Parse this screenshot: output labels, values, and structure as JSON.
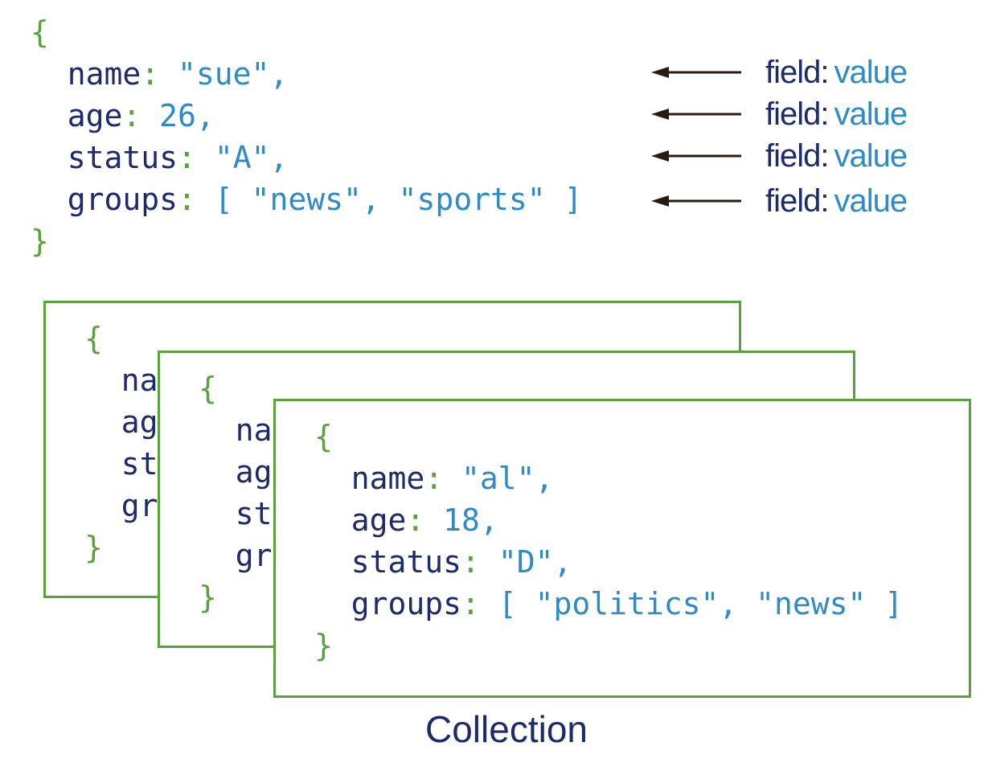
{
  "document": {
    "open_brace": "{",
    "close_brace": "}",
    "fields": [
      {
        "key": "name",
        "sep": ": ",
        "value": "\"sue\"",
        "trail": ","
      },
      {
        "key": "age",
        "sep": ": ",
        "value": "26",
        "trail": ","
      },
      {
        "key": "status",
        "sep": ": ",
        "value": "\"A\"",
        "trail": ","
      },
      {
        "key": "groups",
        "sep": ": ",
        "value": "[ \"news\", \"sports\" ]",
        "trail": ""
      }
    ]
  },
  "annotations": [
    {
      "field": "field",
      "colon": ":",
      "value": "value"
    },
    {
      "field": "field",
      "colon": ":",
      "value": "value"
    },
    {
      "field": "field",
      "colon": ":",
      "value": "value"
    },
    {
      "field": "field",
      "colon": ":",
      "value": "value"
    }
  ],
  "cards": {
    "back": {
      "open_brace": "{",
      "close_brace": "}",
      "keys": [
        "na",
        "ag",
        "st",
        "gr"
      ]
    },
    "middle": {
      "open_brace": "{",
      "close_brace": "}",
      "keys": [
        "na",
        "ag",
        "st",
        "gr"
      ]
    },
    "front": {
      "open_brace": "{",
      "close_brace": "}",
      "fields": [
        {
          "key": "name",
          "sep": ": ",
          "value": "\"al\"",
          "trail": ","
        },
        {
          "key": "age",
          "sep": ": ",
          "value": "18",
          "trail": ","
        },
        {
          "key": "status",
          "sep": ": ",
          "value": "\"D\"",
          "trail": ","
        },
        {
          "key": "groups",
          "sep": ": ",
          "value": "[ \"politics\", \"news\" ]",
          "trail": ""
        }
      ]
    }
  },
  "collection_label": "Collection",
  "colors": {
    "brace": "#5aa33a",
    "key": "#1e2a6e",
    "value": "#2f8bc5",
    "arrow": "#2a1a12"
  }
}
